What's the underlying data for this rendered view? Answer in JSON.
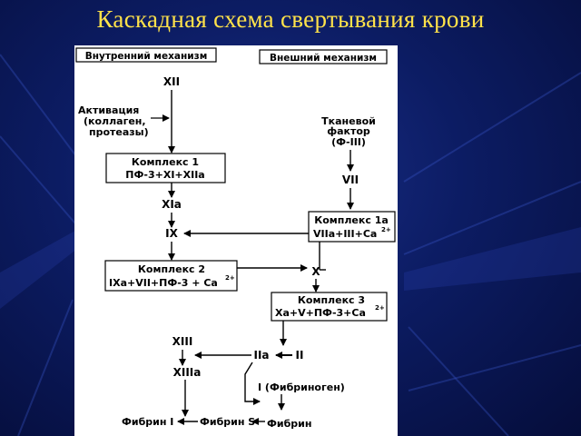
{
  "title": "Каскадная схема свертывания крови",
  "headers": {
    "intrinsic": "Внутренний механизм",
    "extrinsic": "Внешний механизм"
  },
  "nodes": {
    "xii": "XII",
    "activation_1": "Активация",
    "activation_2": "(коллаген,",
    "activation_3": "протеазы)",
    "tissue_1": "Тканевой",
    "tissue_2": "фактор",
    "tissue_3": "(Ф-III)",
    "vii": "VII",
    "complex1_title": "Комплекс 1",
    "complex1_formula": "ПФ-3+XI+XIIa",
    "xia": "XIa",
    "complex1a_title": "Комплекс 1a",
    "complex1a_formula": "VIIa+III+Ca",
    "ix": "IX",
    "complex2_title": "Комплекс 2",
    "complex2_formula": "IXa+VII+ПФ-3 + Ca",
    "x": "X",
    "complex3_title": "Комплекс 3",
    "complex3_formula": "Xa+V+ПФ-3+Ca",
    "xiii": "XIII",
    "xiiia": "XIIIa",
    "iia": "IIa",
    "ii": "II",
    "fibrinogen": "I (Фибриноген)",
    "fibrin_i": "Фибрин I",
    "fibrin_s": "Фибрин S",
    "fibrin": "Фибрин",
    "ca_superscript": "2+"
  }
}
